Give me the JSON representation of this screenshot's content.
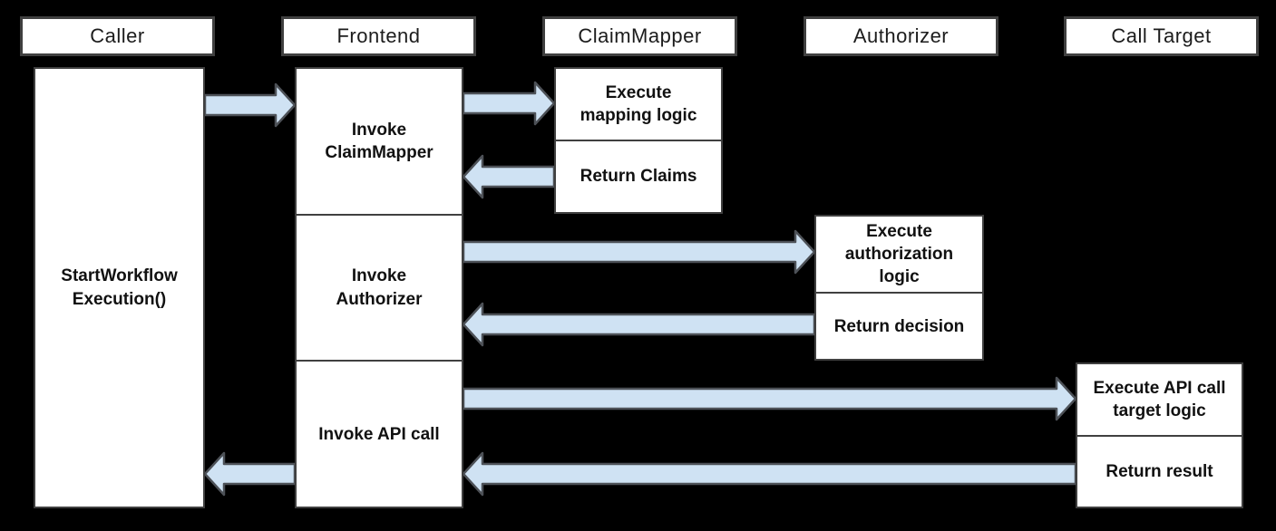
{
  "diagram": {
    "type": "sequence-diagram",
    "background_color": "#000000",
    "box_fill": "#ffffff",
    "box_border_color": "#404040",
    "arrow_fill": "#cfe2f3",
    "arrow_stroke": "#4d5157",
    "lifelines": [
      {
        "label": "Caller"
      },
      {
        "label": "Frontend"
      },
      {
        "label": "ClaimMapper"
      },
      {
        "label": "Authorizer"
      },
      {
        "label": "Call Target"
      }
    ],
    "caller": {
      "activation_label": "StartWorkflow\nExecution()"
    },
    "frontend": {
      "steps": [
        {
          "label": "Invoke\nClaimMapper"
        },
        {
          "label": "Invoke\nAuthorizer"
        },
        {
          "label": "Invoke API call"
        }
      ]
    },
    "claim_mapper": {
      "steps": [
        {
          "label": "Execute\nmapping logic"
        },
        {
          "label": "Return Claims"
        }
      ]
    },
    "authorizer": {
      "steps": [
        {
          "label": "Execute\nauthorization\nlogic"
        },
        {
          "label": "Return decision"
        }
      ]
    },
    "call_target": {
      "steps": [
        {
          "label": "Execute API call\ntarget logic"
        },
        {
          "label": "Return result"
        }
      ]
    },
    "arrows": [
      {
        "from": "Caller",
        "to": "Frontend",
        "direction": "right",
        "meaning": "StartWorkflowExecution request"
      },
      {
        "from": "Frontend",
        "to": "ClaimMapper",
        "direction": "right",
        "meaning": "Invoke ClaimMapper"
      },
      {
        "from": "ClaimMapper",
        "to": "Frontend",
        "direction": "left",
        "meaning": "Return Claims"
      },
      {
        "from": "Frontend",
        "to": "Authorizer",
        "direction": "right",
        "meaning": "Invoke Authorizer"
      },
      {
        "from": "Authorizer",
        "to": "Frontend",
        "direction": "left",
        "meaning": "Return decision"
      },
      {
        "from": "Frontend",
        "to": "Call Target",
        "direction": "right",
        "meaning": "Invoke API call"
      },
      {
        "from": "Call Target",
        "to": "Frontend",
        "direction": "left",
        "meaning": "Return result"
      },
      {
        "from": "Frontend",
        "to": "Caller",
        "direction": "left",
        "meaning": "Return result to caller"
      }
    ]
  }
}
